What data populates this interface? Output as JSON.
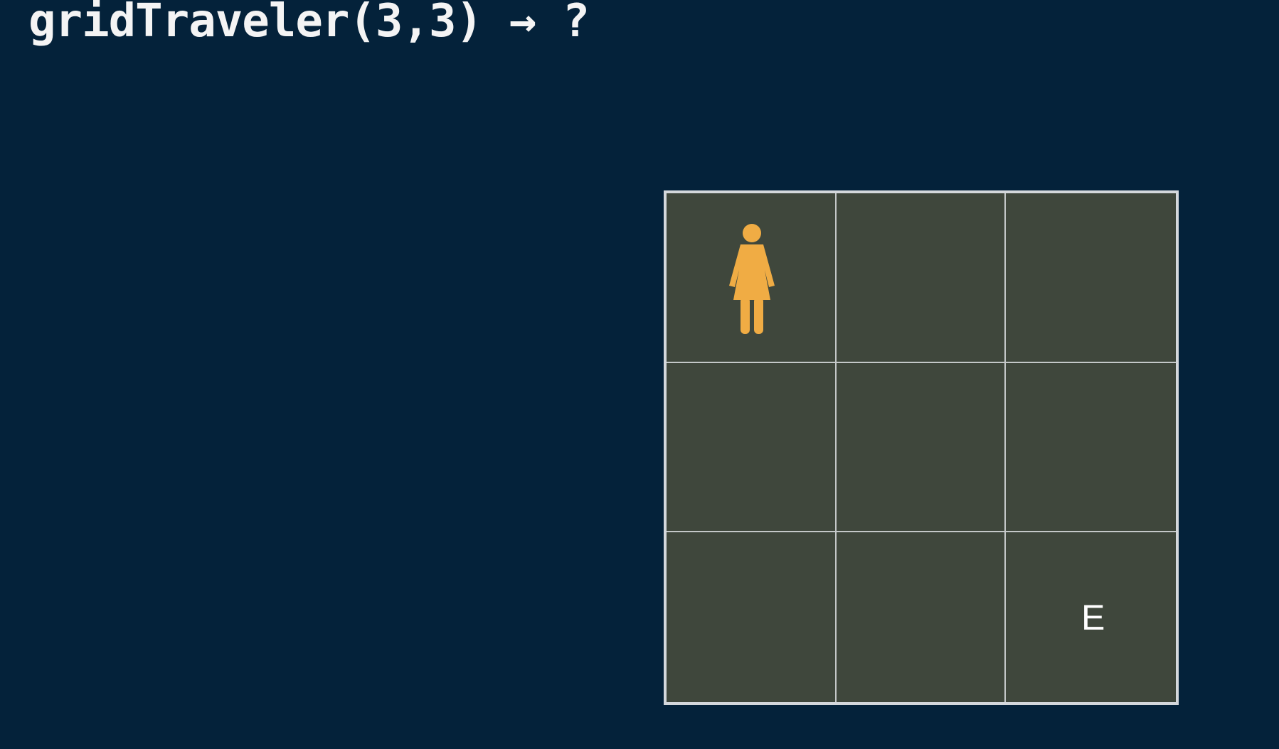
{
  "title": "gridTraveler(3,3) → ?",
  "grid": {
    "rows": 3,
    "cols": 3,
    "start": {
      "row": 1,
      "col": 1,
      "icon": "woman-icon"
    },
    "end": {
      "row": 3,
      "col": 3,
      "label": "E"
    }
  },
  "colors": {
    "background": "#04223a",
    "cell_fill": "#3f473c",
    "grid_lines": "#c4c8c8",
    "traveler": "#f0ac44",
    "text": "#f4f4f4"
  }
}
